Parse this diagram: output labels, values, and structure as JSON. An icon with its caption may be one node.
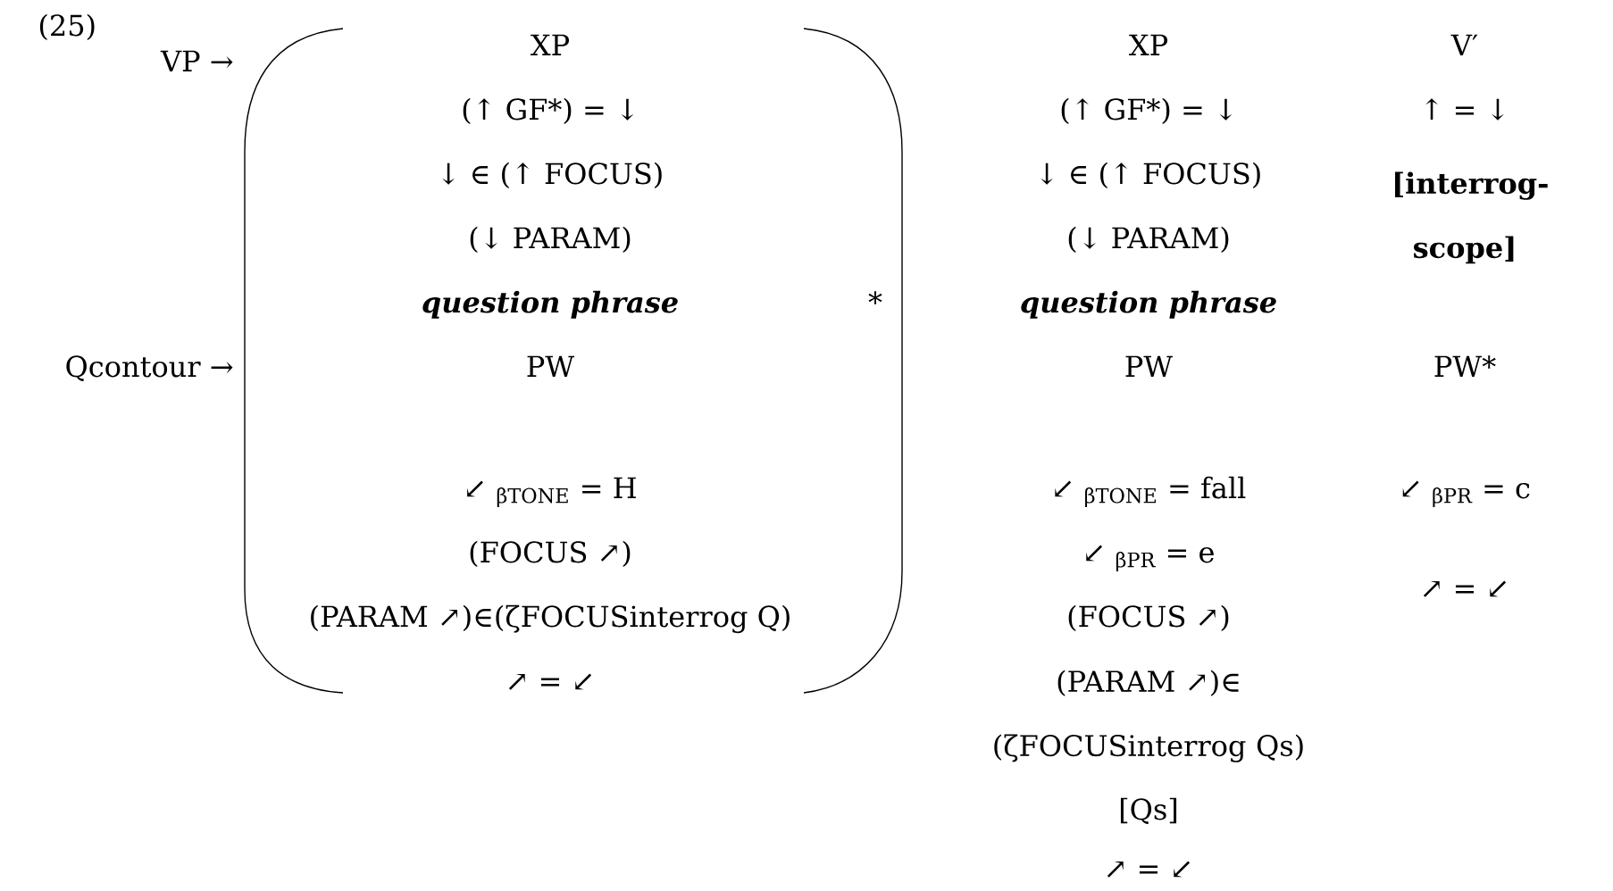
{
  "diagram": {
    "labels": [
      "(25)",
      "VP →",
      "Qcontour →",
      "XP",
      "(↑ GF*) = ↓",
      "↓ ∈ (↑ FOCUS)",
      "(↓ PARAM)",
      "question phrase",
      "PW",
      "↙ $_{βTONE}$ = H",
      "(FOCUS ↗)",
      "(PARAM ↗)∈(ζFOCUSinterrog Q)",
      "↗ = ↙",
      "*",
      "XP",
      "(↑ GF*) = ↓",
      "↓ ∈ (↑ FOCUS)",
      "(↓ PARAM)",
      "question phrase",
      "PW",
      "↙ $_{βTONE}$ = fall",
      "↙ $_{βPR}$ = e",
      "(FOCUS ↗)",
      "(PARAM ↗)∈ (ζFOCUSinterrog Qs)",
      "[Qs]",
      "↗ = ↙",
      "V′",
      "↑ = ↓",
      "[interrog-scope]",
      "PW*",
      "↙ $_{βPR}$ = c",
      "↗ = ↙"
    ]
  }
}
